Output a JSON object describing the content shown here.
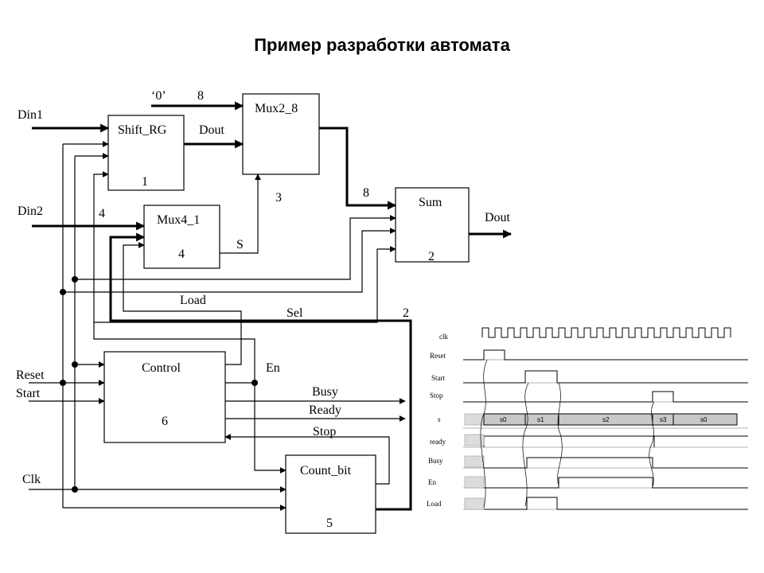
{
  "title": "Пример разработки автомата",
  "blocks": {
    "shift_rg": {
      "name": "Shift_RG",
      "num": "1"
    },
    "mux2_8": {
      "name": "Mux2_8"
    },
    "mux4_1": {
      "name": "Mux4_1",
      "num": "4"
    },
    "sum": {
      "name": "Sum",
      "num": "2"
    },
    "control": {
      "name": "Control",
      "num": "6"
    },
    "count_bit": {
      "name": "Count_bit",
      "num": "5"
    }
  },
  "signals": {
    "din1": "Din1",
    "din2": "Din2",
    "zero": "‘0’",
    "zero_width": "8",
    "shift_dout": "Dout",
    "mux2_out_width": "8",
    "mux2_sel_width": "3",
    "din2_width": "4",
    "s": "S",
    "sum_dout": "Dout",
    "load": "Load",
    "sel": "Sel",
    "sel_width": "2",
    "reset": "Reset",
    "start": "Start",
    "clk": "Clk",
    "en": "En",
    "busy": "Busy",
    "ready": "Ready",
    "stop": "Stop"
  },
  "timing": {
    "signals": [
      "clk",
      "Reset",
      "Start",
      "Stop",
      "s",
      "ready",
      "Busy",
      "En",
      "Load"
    ],
    "states": [
      "s0",
      "s1",
      "s2",
      "s3",
      "s0"
    ]
  }
}
